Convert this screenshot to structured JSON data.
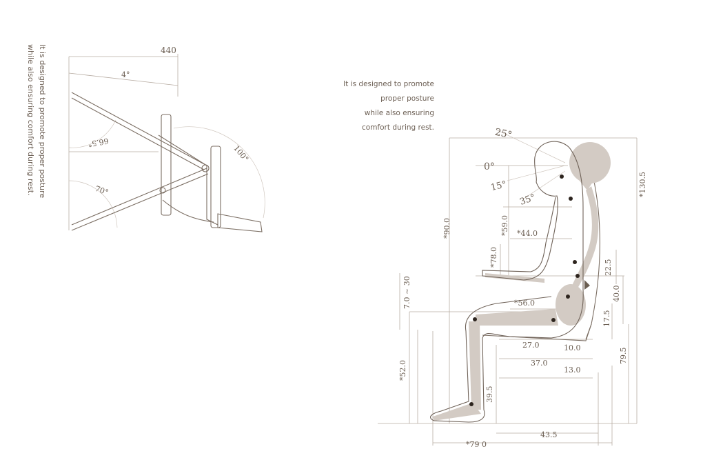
{
  "caption": {
    "vertical_lines": [
      "It is designed to promote proper posture",
      "while also ensuring comfort during rest."
    ],
    "right_lines": [
      "It is designed to promote",
      "proper posture",
      "while also ensuring",
      "comfort during rest."
    ]
  },
  "chair_diagram": {
    "width_label": "440",
    "angle_4": "4°",
    "angle_66_5": "66.5°",
    "angle_100": "100°",
    "angle_70": "70°"
  },
  "posture_diagram": {
    "angle_25": "25°",
    "angle_0": "0°",
    "angle_15": "15°",
    "angle_35": "35°",
    "dim_90": "*90.0",
    "dim_59": "*59.0",
    "dim_44": "*44.0",
    "dim_78": "*78.0",
    "dim_7_30": "7.0 ~ 30",
    "dim_56": "*56.0",
    "dim_52": "*52.0",
    "dim_39_5": "39.5",
    "dim_27": "27.0",
    "dim_10": "10.0",
    "dim_37": "37.0",
    "dim_13": "13.0",
    "dim_22_5": "22.5",
    "dim_40": "40.0",
    "dim_17_5": "17.5",
    "dim_79_5": "79.5",
    "dim_130_5": "*130.5",
    "dim_43_5": "43.5",
    "dim_79_0": "*79 0"
  },
  "colors": {
    "ink": "#6b5e52",
    "dimension_line": "#b7aca2",
    "bone": "#d3cbc4",
    "background": "#ffffff"
  }
}
